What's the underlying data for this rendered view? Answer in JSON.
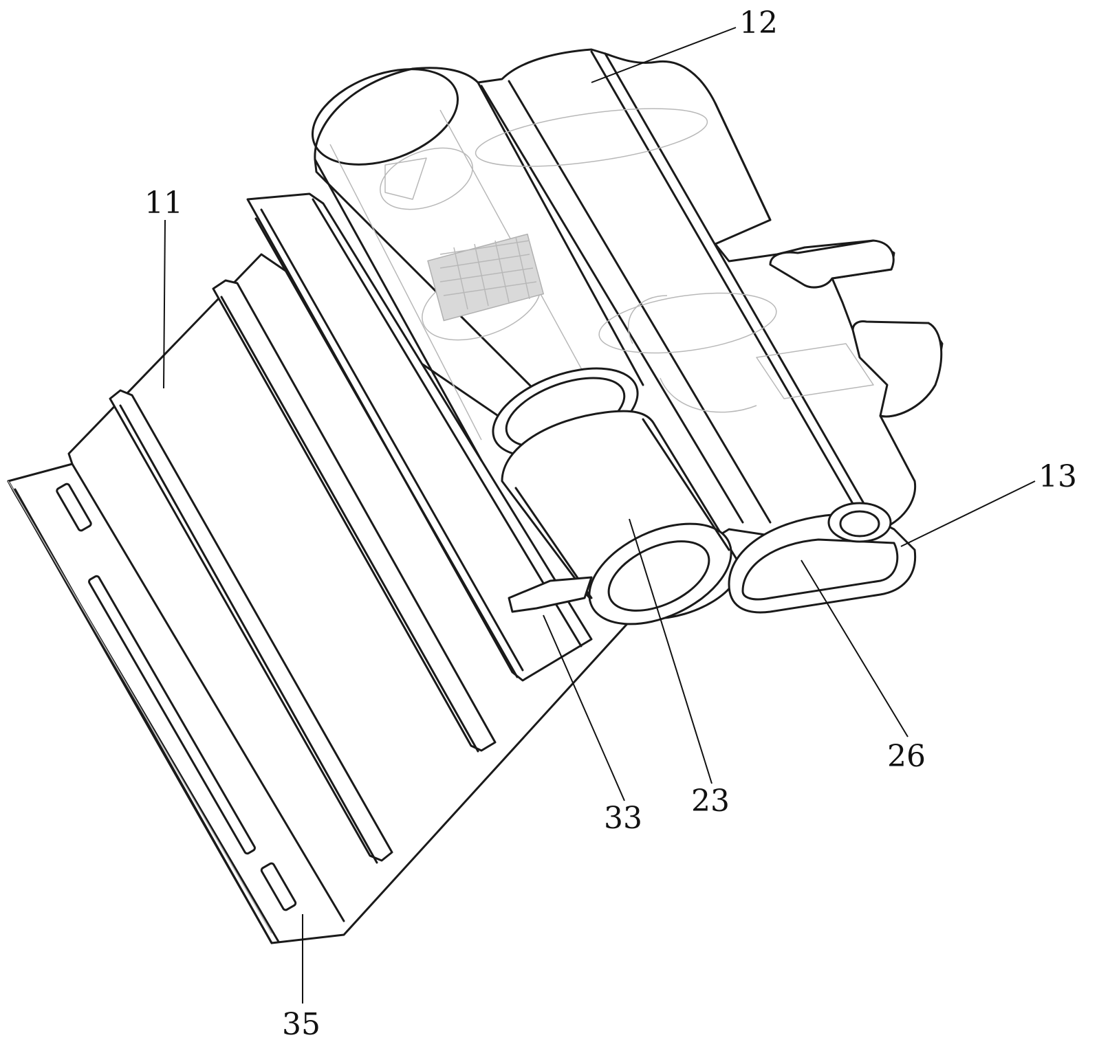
{
  "callouts": {
    "c12": "12",
    "c11": "11",
    "c13": "13",
    "c26": "26",
    "c23": "23",
    "c33": "33",
    "c35": "35"
  }
}
